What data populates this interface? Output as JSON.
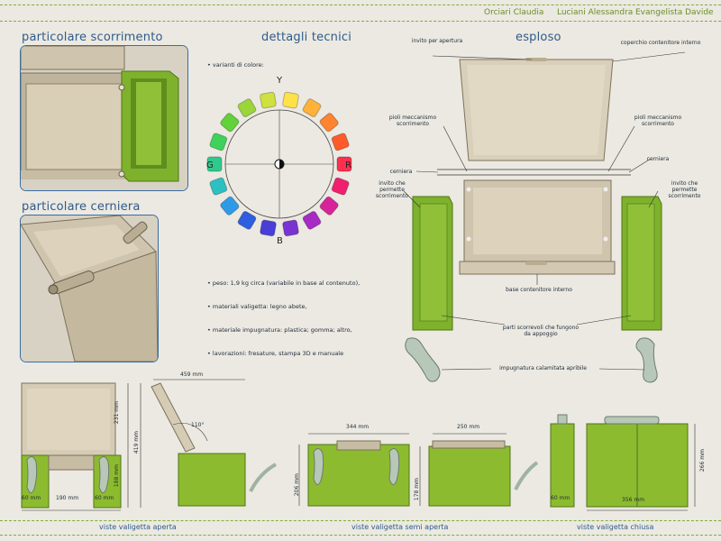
{
  "header": {
    "authors": [
      "Orciari Claudia",
      "Luciani Alessandra",
      "Evangelista Davide"
    ]
  },
  "sections": {
    "scorrimento": "particolare scorrimento",
    "cerniera": "particolare cerniera",
    "dettagli": "dettagli tecnici",
    "esploso": "esploso"
  },
  "color_wheel": {
    "heading": "varianti di colore:",
    "axis_labels": {
      "top": "Y",
      "bottom": "B",
      "left": "G",
      "right": "R"
    },
    "swatches": [
      "#ffe14a",
      "#ffb238",
      "#ff8430",
      "#ff5a2a",
      "#ff2f4f",
      "#f0206f",
      "#d8249a",
      "#a82ac4",
      "#7a33d0",
      "#4a3ed8",
      "#2f5fe0",
      "#2f9be8",
      "#2cc0c2",
      "#2fc98e",
      "#3ed25a",
      "#62d23a",
      "#9ad63a",
      "#cfe03f"
    ]
  },
  "specs": [
    "peso: 1,9 kg circa (variabile in base al contenuto),",
    "materiali valigetta: legno abete,",
    "materiale impugnatura: plastica; gomma; altro,",
    "lavorazioni: fresature, stampa 3D e manuale"
  ],
  "exploded_labels": {
    "invito_apertura": "invito per apertura",
    "coperchio": "coperchio contenitore interno",
    "pioli_left": "pioli meccanismo scorrimento",
    "pioli_right": "pioli meccanismo scorrimento",
    "cerniera_left": "cerniera",
    "cerniera_right": "cerniera",
    "invito_scorrimento_left": "invito che permette scorrimento",
    "invito_scorrimento_right": "invito che permette scorrimento",
    "base": "base contenitore interno",
    "parti": "parti scorrevoli che fungono da appoggio",
    "impugnatura": "impugnatura calamitata apribile"
  },
  "dimensions": {
    "open_height_top": "231 mm",
    "open_height_total": "419 mm",
    "open_height_bottom": "188 mm",
    "open_side_left": "60 mm",
    "open_center": "190 mm",
    "open_side_right": "60 mm",
    "side_width": "459 mm",
    "angle": "110°",
    "semi_width": "344 mm",
    "semi_height": "206 mm",
    "semi_side_width": "250 mm",
    "semi_side_height": "178 mm",
    "closed_side": "60 mm",
    "closed_width": "356 mm",
    "closed_height": "266 mm"
  },
  "captions": {
    "aperta": "viste valigetta aperta",
    "semi": "viste valigetta semi aperta",
    "chiusa": "viste valigetta chiusa"
  },
  "colors": {
    "accent_green": "#8dbb2f",
    "wood": "#c9bfa8",
    "frame_blue": "#3d6d9f"
  }
}
